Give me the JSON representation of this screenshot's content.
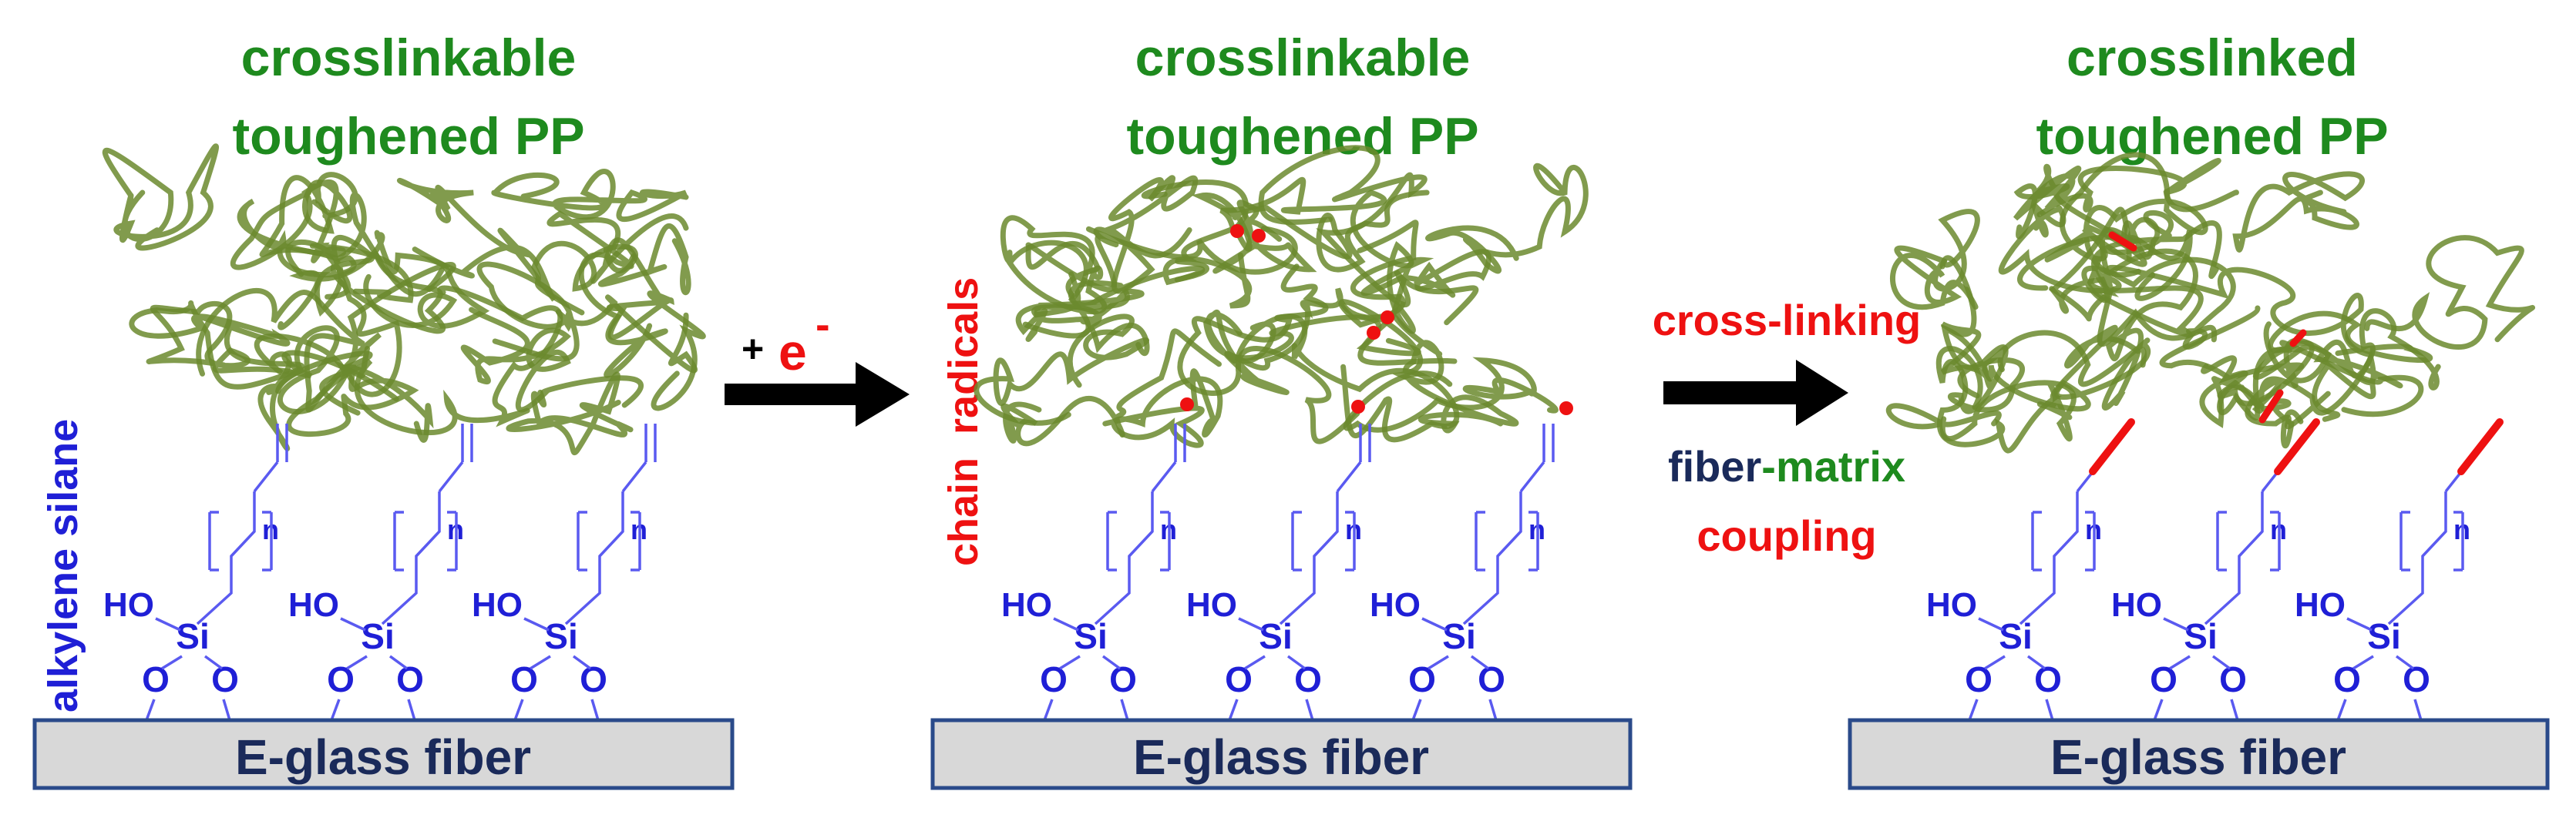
{
  "panels": [
    {
      "title_line1": "crosslinkable",
      "title_line2": "toughened PP",
      "substrate": "E-glass fiber",
      "stage": "base"
    },
    {
      "title_line1": "crosslinkable",
      "title_line2": "toughened PP",
      "substrate": "E-glass fiber",
      "stage": "radicals"
    },
    {
      "title_line1": "crosslinked",
      "title_line2": "toughened PP",
      "substrate": "E-glass fiber",
      "stage": "crosslinked"
    }
  ],
  "side_label_silane": "alkylene silane",
  "side_label_radicals": "chain  radicals",
  "step1": {
    "plus": "+",
    "electron": "e",
    "charge": "-"
  },
  "step2": {
    "line1": "cross-linking",
    "line2a": "fiber",
    "line2b": "-",
    "line2c": "matrix",
    "line3": "coupling"
  },
  "silane": {
    "ho": "HO",
    "si": "Si",
    "o": "O",
    "n": "n"
  },
  "colors": {
    "title_green": "#1e8a1e",
    "polymer_green": "#6b8a2e",
    "silane_blue": "#1f1fd6",
    "bond_blue": "#5a5af0",
    "red": "#ee1111",
    "navy": "#1a2a5a",
    "fiber_fill": "#d8d8d8",
    "fiber_stroke": "#2a4a8a"
  }
}
